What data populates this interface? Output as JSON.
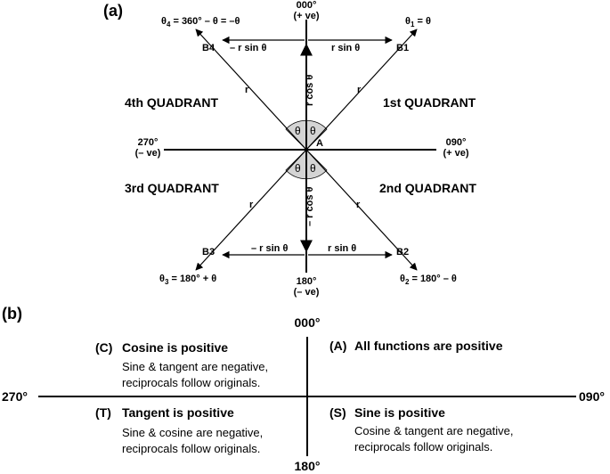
{
  "panel_a": {
    "label": "(a)",
    "top_bearing": "000°",
    "top_sign": "(+ ve)",
    "bottom_bearing": "180°",
    "bottom_sign": "(– ve)",
    "left_bearing": "270°",
    "left_sign": "(– ve)",
    "right_bearing": "090°",
    "right_sign": "(+ ve)",
    "origin_label": "A",
    "points": {
      "b1": "B1",
      "b2": "B2",
      "b3": "B3",
      "b4": "B4"
    },
    "radius_label": "r",
    "theta_symbol": "θ",
    "components": {
      "r_sin_theta": "r sin θ",
      "neg_r_sin_theta": "– r sin θ",
      "r_cos_theta": "r cos θ",
      "neg_r_cos_theta": "– r cos θ"
    },
    "angle_formulas": {
      "theta1": "θ1 = θ",
      "theta2": "θ2 = 180° – θ",
      "theta3": "θ3 = 180° + θ",
      "theta4": "θ4 = 360° – θ = –θ"
    },
    "quadrants": {
      "first": "1st QUADRANT",
      "second": "2nd QUADRANT",
      "third": "3rd QUADRANT",
      "fourth": "4th QUADRANT"
    }
  },
  "panel_b": {
    "label": "(b)",
    "top_bearing": "000°",
    "bottom_bearing": "180°",
    "left_bearing": "270°",
    "right_bearing": "090°",
    "quadrants": {
      "top_left": {
        "letter": "(C)",
        "title": "Cosine is positive",
        "line1": "Sine & tangent are negative,",
        "line2": "reciprocals follow originals."
      },
      "top_right": {
        "letter": "(A)",
        "title": "All functions are positive"
      },
      "bottom_left": {
        "letter": "(T)",
        "title": "Tangent is positive",
        "line1": "Sine & cosine are negative,",
        "line2": "reciprocals follow originals."
      },
      "bottom_right": {
        "letter": "(S)",
        "title": "Sine is positive",
        "line1": "Cosine & tangent are negative,",
        "line2": "reciprocals follow originals."
      }
    }
  }
}
